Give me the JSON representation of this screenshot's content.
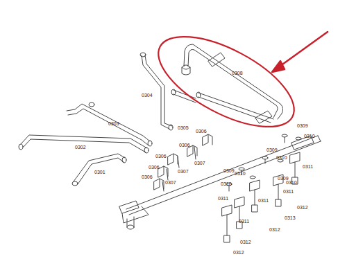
{
  "diagram": {
    "labels": [
      "0308",
      "0304",
      "0303",
      "0305",
      "0302",
      "0301",
      "0306",
      "0309",
      "0310",
      "0306",
      "0309",
      "0310",
      "0306",
      "0307",
      "0306",
      "0307",
      "0309",
      "0310",
      "0311",
      "0306",
      "0307",
      "0310",
      "0309",
      "0310",
      "0311",
      "0311",
      "0311",
      "0312",
      "0313",
      "0311",
      "0312",
      "0312",
      "0312"
    ]
  }
}
